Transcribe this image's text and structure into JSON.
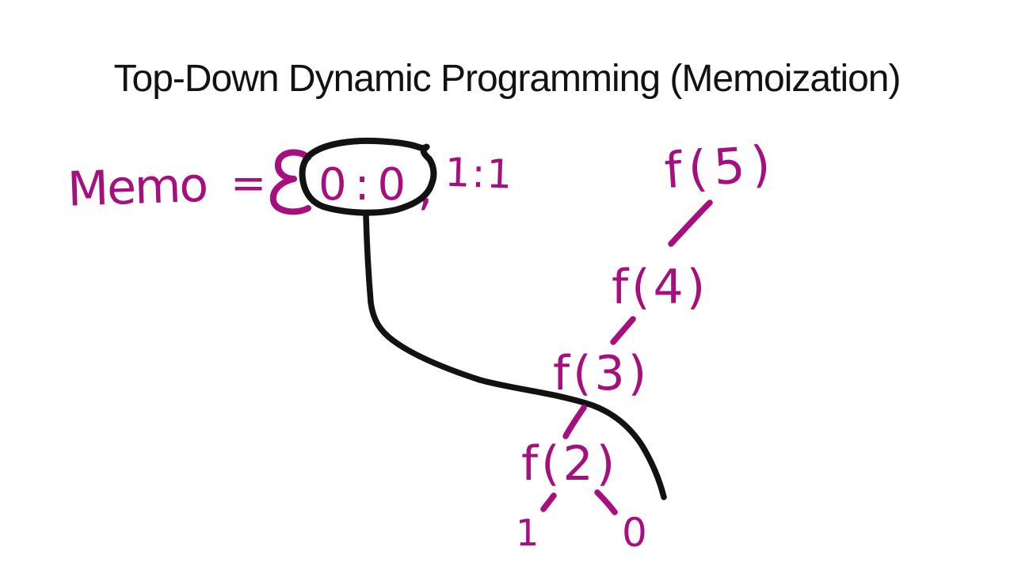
{
  "title": "Top-Down Dynamic Programming (Memoization)",
  "memo": {
    "label": "Memo",
    "equals_sign": "=",
    "open_brace": "{",
    "entry_0": "0:0",
    "separator_comma": ",",
    "entry_1": "1:1",
    "full_expression": "Memo = {0:0, 1:1",
    "circled_entry": "0:0"
  },
  "recursion_tree": {
    "nodes": [
      {
        "label": "f(5)"
      },
      {
        "label": "f(4)"
      },
      {
        "label": "f(3)"
      },
      {
        "label": "f(2)"
      },
      {
        "label": "1"
      },
      {
        "label": "0"
      }
    ]
  },
  "colors": {
    "ink_black": "#121212",
    "ink_magenta": "#A5107E",
    "background": "#FFFFFF"
  }
}
